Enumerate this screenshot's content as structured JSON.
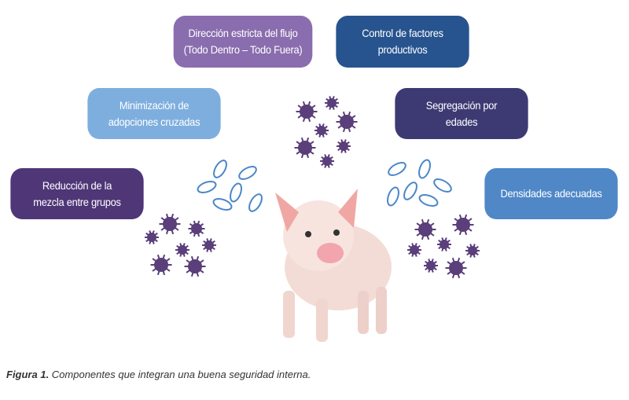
{
  "boxes": [
    {
      "id": "direccion",
      "text": "Dirección estricta del flujo\n(Todo Dentro – Todo Fuera)",
      "color": "#8a6dae"
    },
    {
      "id": "control",
      "text": "Control de factores\nproductivos",
      "color": "#27548f"
    },
    {
      "id": "minimizacion",
      "text": "Minimización de\nadopciones cruzadas",
      "color": "#7eaede"
    },
    {
      "id": "segregacion",
      "text": "Segregación por\nedades",
      "color": "#3d3a73"
    },
    {
      "id": "reduccion",
      "text": "Reducción de la\nmezcla entre grupos",
      "color": "#4f3677"
    },
    {
      "id": "densidades",
      "text": "Densidades adecuadas",
      "color": "#4f87c7"
    }
  ],
  "caption": {
    "label": "Figura 1.",
    "text": " Componentes que integran una buena seguridad interna."
  },
  "colors": {
    "virus": "#5a3f7a",
    "bacteria": "#4a86c8"
  }
}
